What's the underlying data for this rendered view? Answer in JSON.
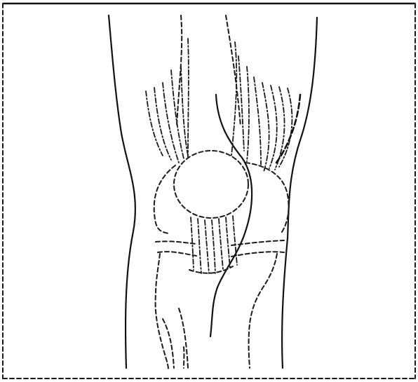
{
  "figure": {
    "type": "knee-anatomy-line-drawing",
    "colors": {
      "ink": "#111111",
      "paper": "#ffffff"
    },
    "elements": [
      "frame",
      "leg-outline-left",
      "leg-outline-right",
      "sartorius-curve",
      "patella",
      "femoral-condyles",
      "joint-line",
      "tibia",
      "fibula",
      "quadriceps-fibers",
      "patellar-tendon"
    ]
  }
}
